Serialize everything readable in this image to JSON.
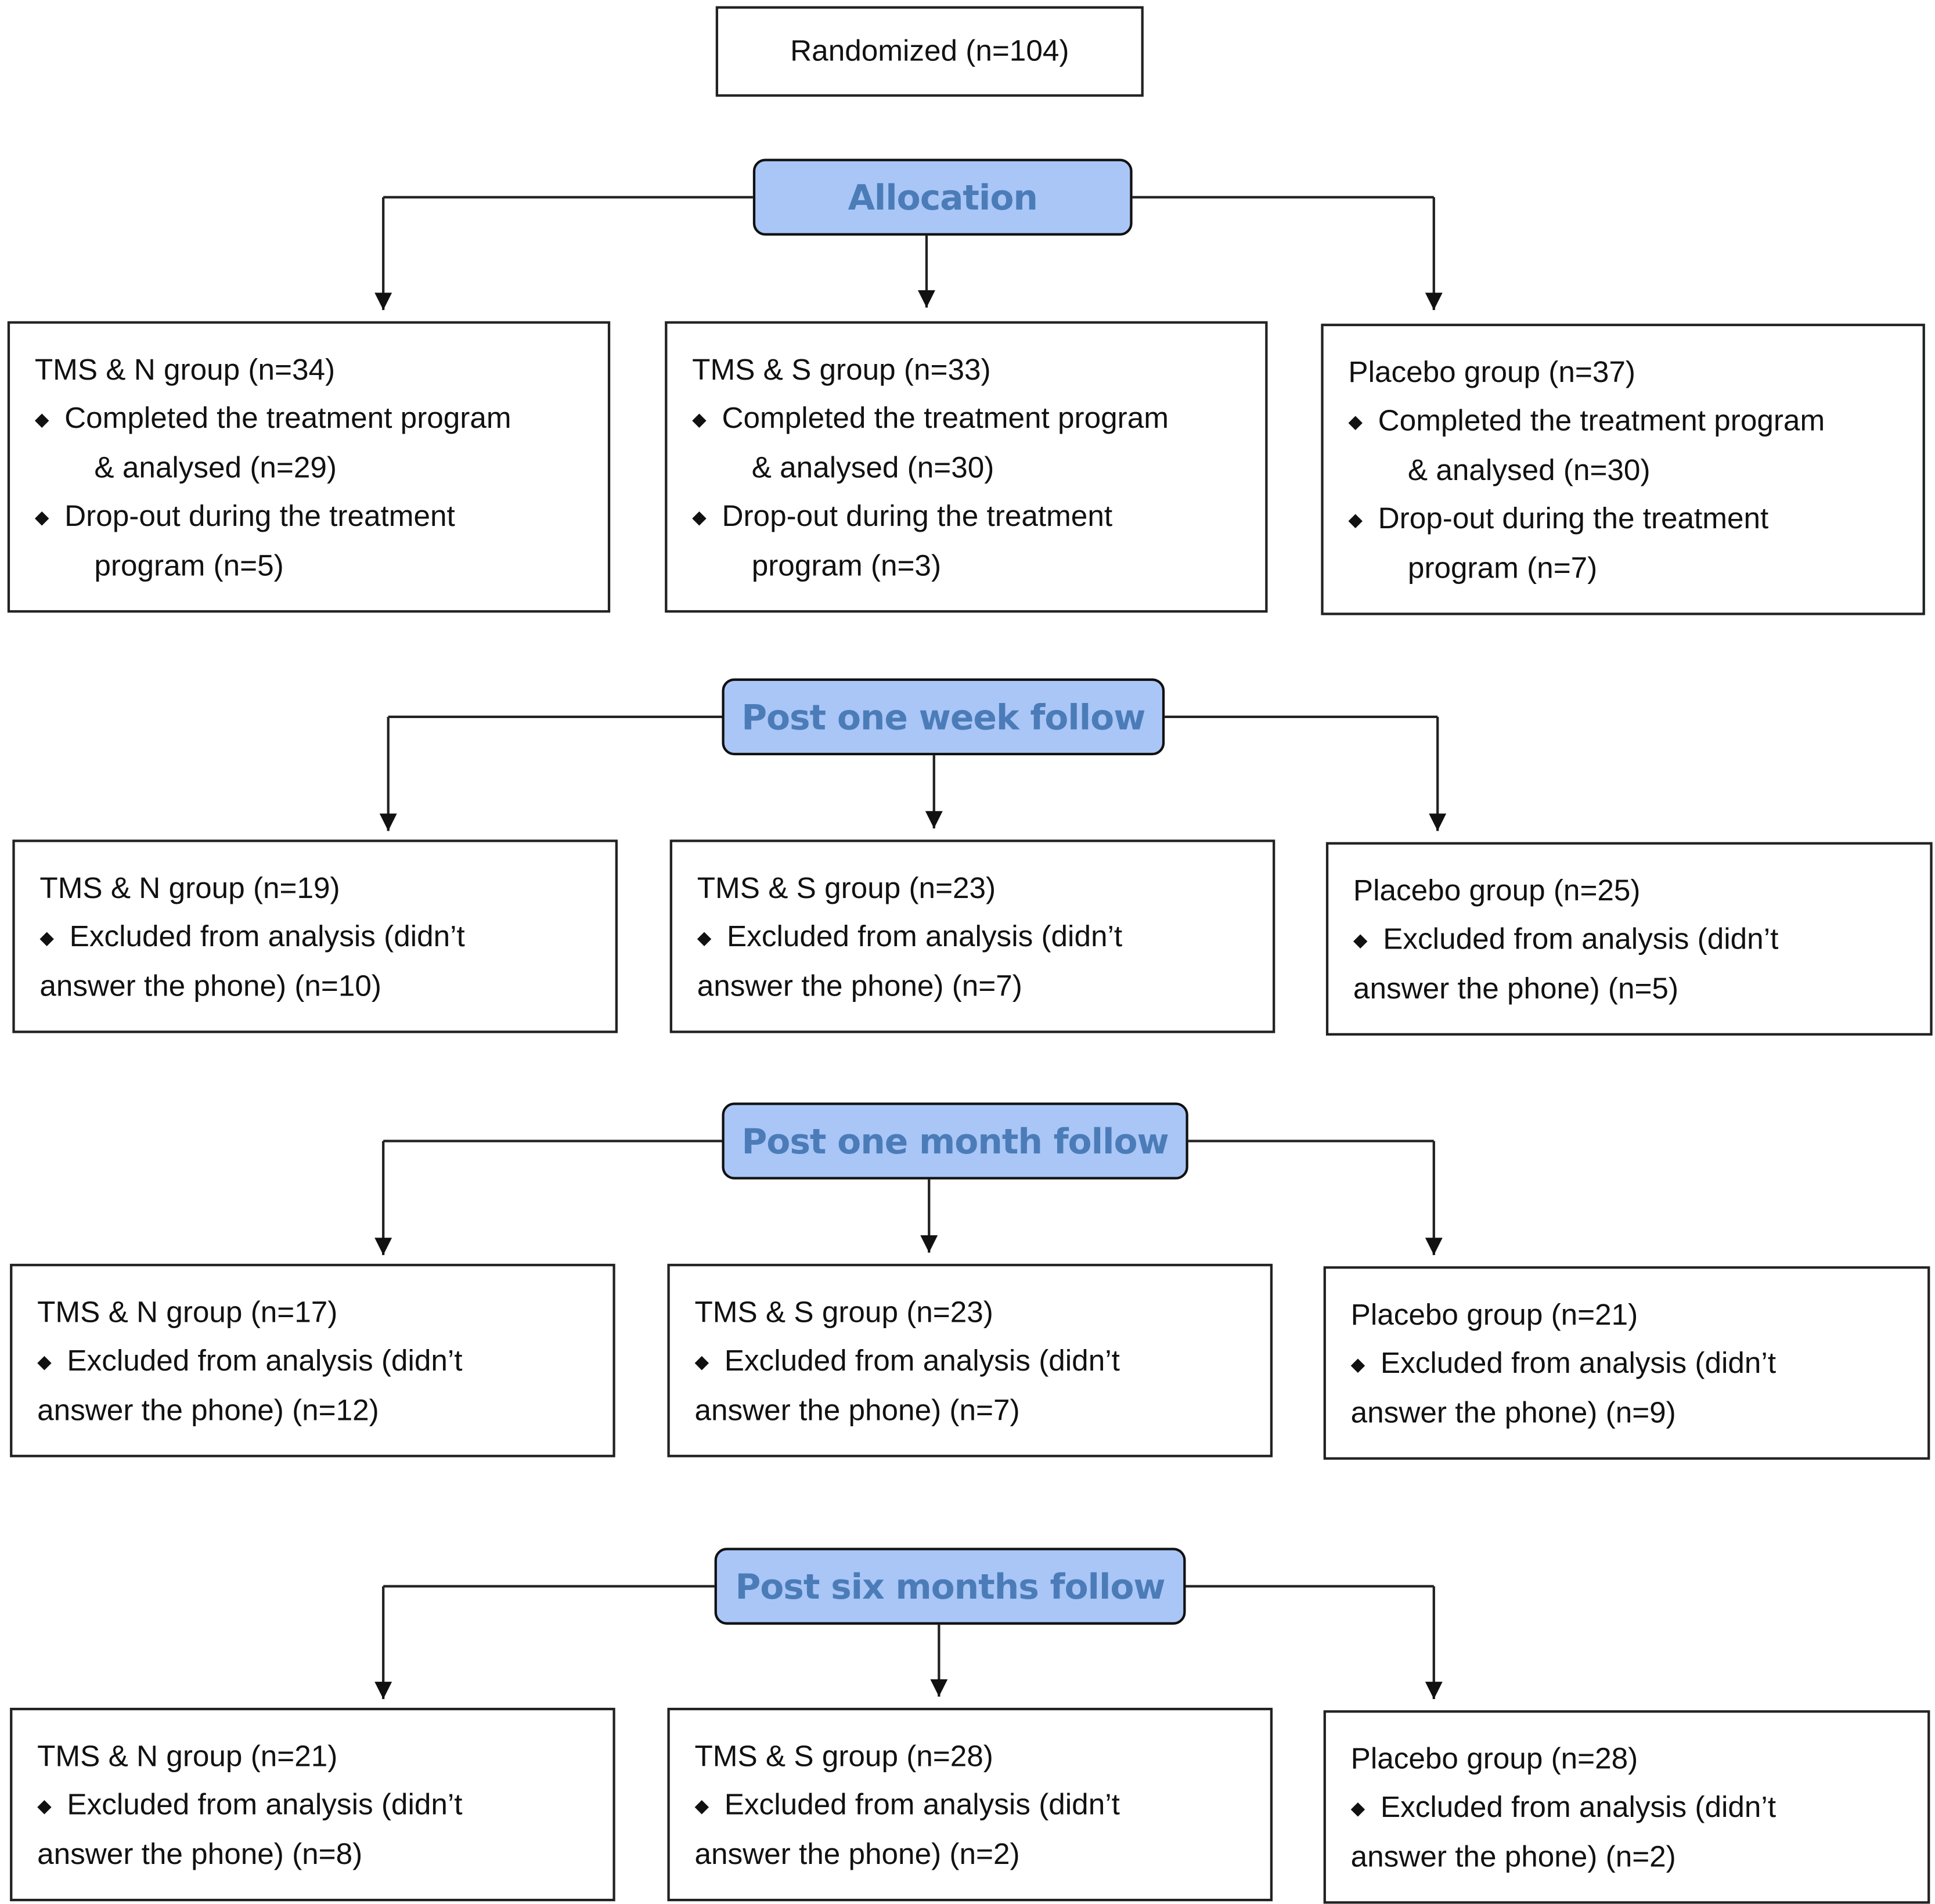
{
  "randomized": "Randomized (n=104)",
  "colors": {
    "stage_fill": "#a9c6f7",
    "stage_text": "#4b7cb8",
    "border": "#222222"
  },
  "bullet_icon": "diamond",
  "stages": [
    {
      "label": "Allocation",
      "groups": [
        {
          "title": "TMS & N group (n=34)",
          "items": [
            [
              "Completed the treatment program",
              "& analysed (n=29)"
            ],
            [
              "Drop-out during the treatment",
              "program (n=5)"
            ]
          ]
        },
        {
          "title": "TMS & S group (n=33)",
          "items": [
            [
              "Completed the treatment program",
              "& analysed (n=30)"
            ],
            [
              "Drop-out during the treatment",
              "program (n=3)"
            ]
          ]
        },
        {
          "title": "Placebo group (n=37)",
          "items": [
            [
              "Completed the treatment program",
              "& analysed (n=30)"
            ],
            [
              "Drop-out during the treatment",
              "program (n=7)"
            ]
          ]
        }
      ]
    },
    {
      "label": "Post one week follow",
      "groups": [
        {
          "title": "TMS & N group (n=19)",
          "items": [
            [
              "Excluded from analysis (didn’t",
              "answer the phone) (n=10)"
            ]
          ]
        },
        {
          "title": "TMS & S group (n=23)",
          "items": [
            [
              "Excluded from analysis (didn’t",
              "answer the phone) (n=7)"
            ]
          ]
        },
        {
          "title": "Placebo group (n=25)",
          "items": [
            [
              "Excluded from analysis (didn’t",
              "answer the phone) (n=5)"
            ]
          ]
        }
      ]
    },
    {
      "label": "Post one month follow",
      "groups": [
        {
          "title": "TMS & N group (n=17)",
          "items": [
            [
              "Excluded from analysis (didn’t",
              "answer the phone) (n=12)"
            ]
          ]
        },
        {
          "title": "TMS & S group (n=23)",
          "items": [
            [
              "Excluded from analysis (didn’t",
              "answer the phone) (n=7)"
            ]
          ]
        },
        {
          "title": "Placebo group (n=21)",
          "items": [
            [
              "Excluded from analysis (didn’t",
              "answer the phone) (n=9)"
            ]
          ]
        }
      ]
    },
    {
      "label": "Post six months follow",
      "groups": [
        {
          "title": "TMS & N group (n=21)",
          "items": [
            [
              "Excluded from analysis (didn’t",
              "answer the phone) (n=8)"
            ]
          ]
        },
        {
          "title": "TMS & S group (n=28)",
          "items": [
            [
              "Excluded from analysis (didn’t",
              "answer the phone) (n=2)"
            ]
          ]
        },
        {
          "title": "Placebo group (n=28)",
          "items": [
            [
              "Excluded from analysis (didn’t",
              "answer the phone) (n=2)"
            ]
          ]
        }
      ]
    }
  ]
}
